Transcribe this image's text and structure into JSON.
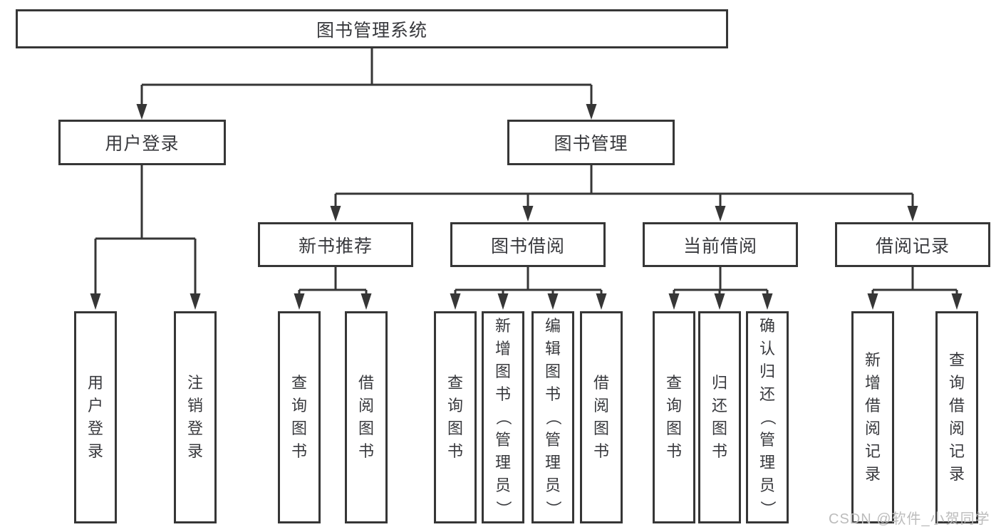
{
  "diagram_title": "图书管理系统",
  "colors": {
    "line": "#363636",
    "text": "#38393d",
    "background": "#ffffff",
    "watermark": "#bcbcbc"
  },
  "nodes": {
    "root": "图书管理系统",
    "level2": [
      "用户登录",
      "图书管理"
    ],
    "level3": [
      "新书推荐",
      "图书借阅",
      "当前借阅",
      "借阅记录"
    ],
    "leaves_user_login": [
      "用户登录",
      "注销登录"
    ],
    "leaves_new_book": [
      "查询图书",
      "借阅图书"
    ],
    "leaves_book_borrow": [
      "查询图书",
      "新增图书（管理员）",
      "编辑图书（管理员）",
      "借阅图书"
    ],
    "leaves_current_borrow": [
      "查询图书",
      "归还图书",
      "确认归还（管理员）"
    ],
    "leaves_borrow_records": [
      "新增借阅记录",
      "查询借阅记录"
    ]
  },
  "watermark": "CSDN @软件_小贺同学"
}
